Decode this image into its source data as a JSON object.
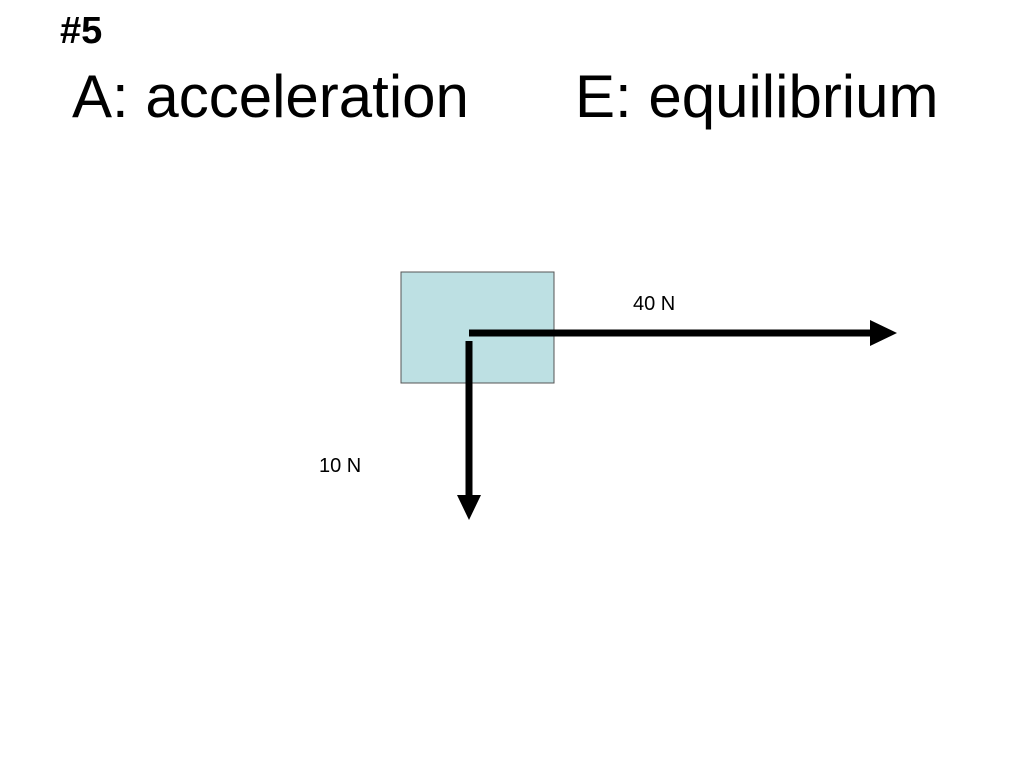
{
  "slide": {
    "number": "#5",
    "option_a": "A: acceleration",
    "option_e": "E: equilibrium"
  },
  "diagram": {
    "block_color": "#bde0e3",
    "arrow_color": "#000000",
    "forces": [
      {
        "label": "40 N",
        "direction": "right"
      },
      {
        "label": "10 N",
        "direction": "down"
      }
    ]
  }
}
